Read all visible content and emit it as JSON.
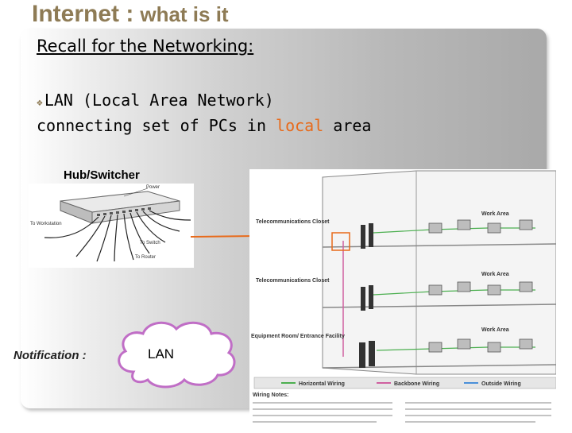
{
  "slide": {
    "title_main": "Internet :",
    "title_sub": "what is it",
    "recall_heading": "Recall for the Networking: ",
    "bullet_text": "LAN (Local Area Network)",
    "line2_before": "connecting set of PCs in ",
    "line2_highlight": "local",
    "line2_after": " area",
    "hub_label": "Hub/Switcher",
    "notification_label": "Notification :",
    "cloud_label": "LAN"
  },
  "building_diagram": {
    "closet_1": "Telecommunications Closet",
    "closet_2": "Telecommunications Closet",
    "facility": "Equipment Room/ Entrance Facility",
    "work_area_1": "Work Area",
    "work_area_2": "Work Area",
    "work_area_3": "Work Area",
    "legend": [
      "Horizontal Wiring",
      "Backbone Wiring",
      "Outside Wiring"
    ],
    "notes_title": "Wiring Notes:"
  },
  "colors": {
    "title": "#8e7b55",
    "highlight": "#e86a1a",
    "arrow": "#e86a1a",
    "cloud_border": "#c06ec6"
  }
}
